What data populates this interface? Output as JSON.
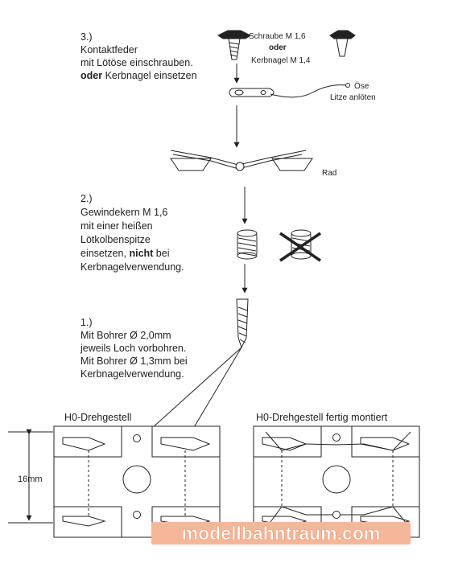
{
  "step3": {
    "number": "3.)",
    "line1": "Kontaktfeder",
    "line2": "mit Lötöse einschrauben.",
    "line3_bold": "oder",
    "line3_rest": " Kerbnagel einsetzen"
  },
  "parts": {
    "screw_label": "Schraube M 1,6",
    "or_label": "oder",
    "nail_label": "Kerbnagel M 1,4",
    "eyelet_label": "Öse",
    "solder_label": "Litze anlöten",
    "wheel_label": "Rad"
  },
  "step2": {
    "number": "2.)",
    "line1": "Gewindekern M 1,6",
    "line2": "mit einer heißen",
    "line3": "Lötkolbenspitze",
    "line4_start": "einsetzen, ",
    "line4_bold": "nicht",
    "line4_end": " bei",
    "line5": "Kerbnagelverwendung."
  },
  "step1": {
    "number": "1.)",
    "line1": "Mit Bohrer Ø 2,0mm",
    "line2": "jeweils Loch vorbohren.",
    "line3": "Mit Bohrer Ø 1,3mm bei",
    "line4": "Kerbnagelverwendung."
  },
  "bogies": {
    "left_title": "H0-Drehgestell",
    "right_title": "H0-Drehgestell fertig montiert",
    "dimension": "16mm"
  },
  "watermark": "modellbahntraum.com",
  "colors": {
    "line": "#222222",
    "watermark_bg": "#f6b69a",
    "watermark_text": "#ffffff"
  }
}
